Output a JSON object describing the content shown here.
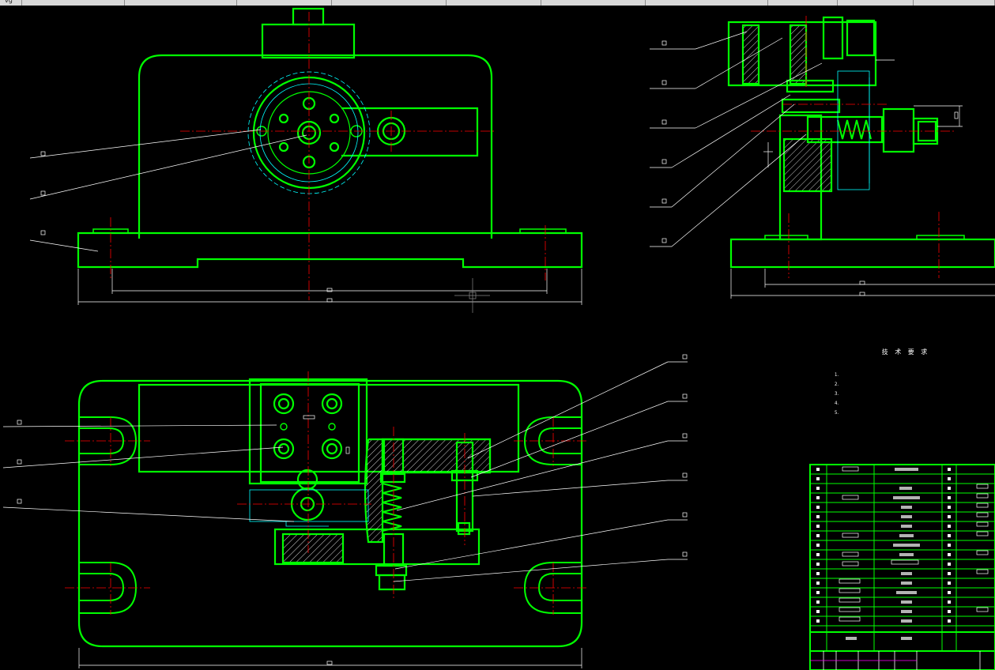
{
  "tabs": [
    "vg",
    "",
    "",
    "",
    "",
    "",
    "",
    "",
    "",
    "",
    ""
  ],
  "technical_requirements": {
    "title": "技 术 要 求",
    "items": [
      "1.",
      "2.",
      "3.",
      "4.",
      "5."
    ]
  },
  "colors": {
    "background": "#000000",
    "outline": "#00ff00",
    "centerline": "#ff0000",
    "leader": "#ffffff",
    "hidden": "#00ffff"
  }
}
